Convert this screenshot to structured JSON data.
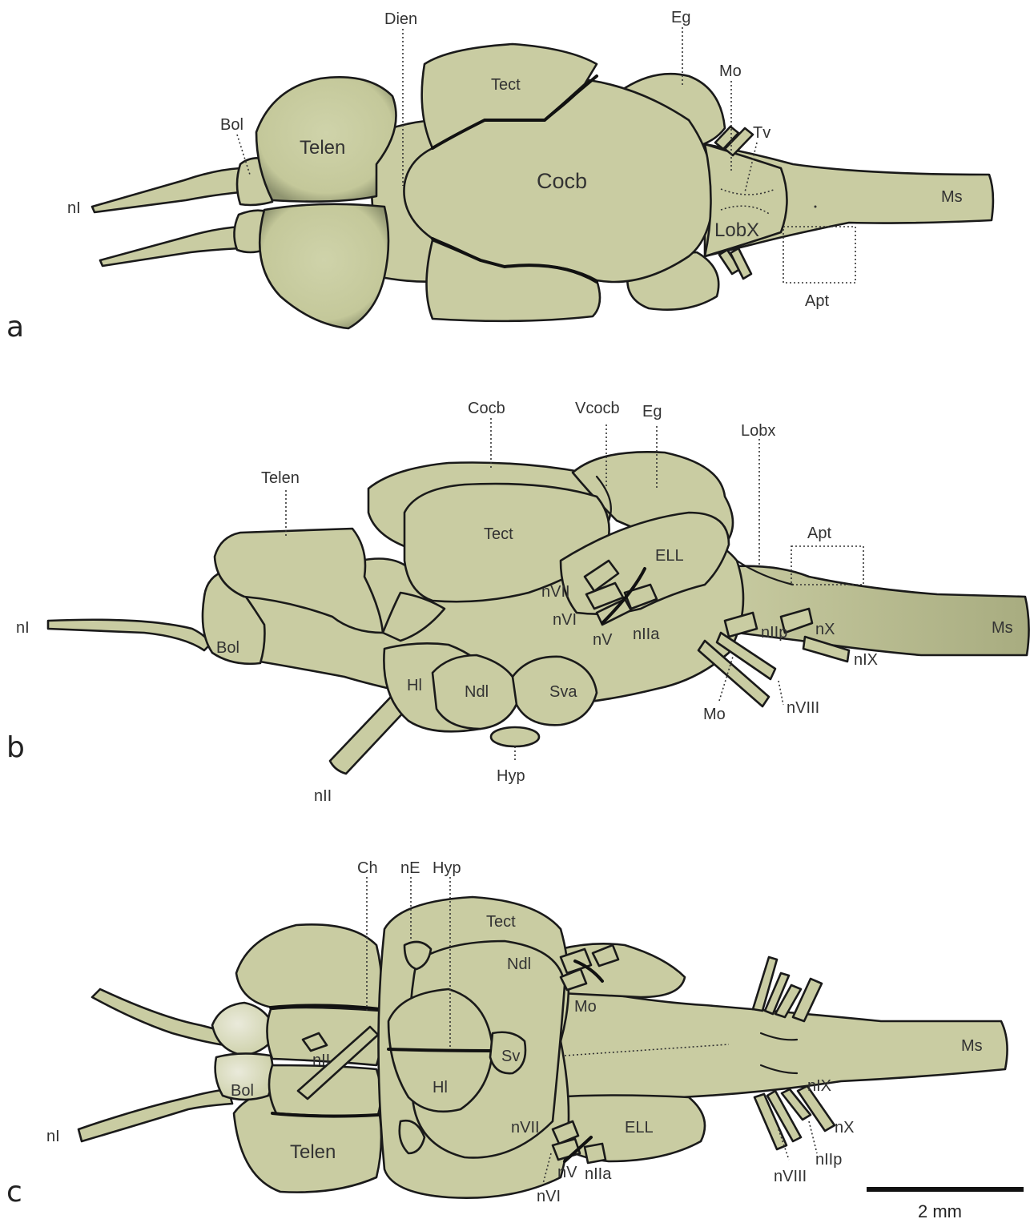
{
  "panels": {
    "a": {
      "letter": "a",
      "labels": {
        "dien": "Dien",
        "eg": "Eg",
        "mo": "Mo",
        "tv": "Tv",
        "bol": "Bol",
        "tect": "Tect",
        "telen": "Telen",
        "cocb": "Cocb",
        "ms": "Ms",
        "ni": "nI",
        "lobx": "LobX",
        "apt": "Apt"
      }
    },
    "b": {
      "letter": "b",
      "labels": {
        "cocb": "Cocb",
        "vcocb": "Vcocb",
        "eg": "Eg",
        "lobx": "Lobx",
        "telen": "Telen",
        "apt": "Apt",
        "tect": "Tect",
        "ell": "ELL",
        "nvii": "nVII",
        "nvi": "nVI",
        "nv": "nV",
        "nlla": "nIIa",
        "nllp": "nIIp",
        "nx": "nX",
        "ms": "Ms",
        "nix": "nIX",
        "ni": "nI",
        "bol": "Bol",
        "hl": "Hl",
        "ndl": "Ndl",
        "sva": "Sva",
        "mo": "Mo",
        "nviii": "nVIII",
        "hyp": "Hyp",
        "nii": "nII"
      }
    },
    "c": {
      "letter": "c",
      "labels": {
        "ch": "Ch",
        "ne": "nE",
        "hyp": "Hyp",
        "tect": "Tect",
        "ndl": "Ndl",
        "mo": "Mo",
        "ms": "Ms",
        "nii": "nII",
        "sv": "Sv",
        "hl": "Hl",
        "bol": "Bol",
        "nix": "nIX",
        "ni": "nI",
        "nvii": "nVII",
        "ell": "ELL",
        "nx": "nX",
        "telen": "Telen",
        "nv": "nV",
        "nlla": "nIIa",
        "nllp": "nIIp",
        "nviii": "nVIII",
        "nvi": "nVI"
      }
    }
  },
  "scale_bar": {
    "label": "2 mm"
  },
  "colors": {
    "tissue": "#c9cca2",
    "outline": "#1a1a1a"
  }
}
